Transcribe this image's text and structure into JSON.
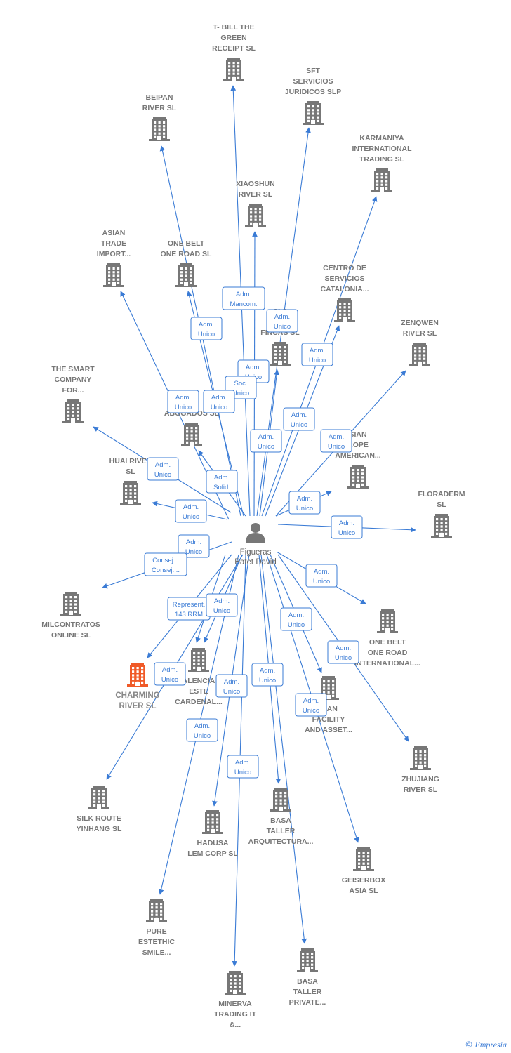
{
  "colors": {
    "edge": "#3a7bd5",
    "building": "#777777",
    "highlight": "#f05a28",
    "person": "#777777"
  },
  "person": {
    "name": [
      "Figueras",
      "Batet David"
    ]
  },
  "companies": [
    {
      "id": "tbill",
      "label": [
        "T- BILL THE",
        "GREEN",
        "RECEIPT  SL"
      ]
    },
    {
      "id": "sft",
      "label": [
        "SFT",
        "SERVICIOS",
        "JURIDICOS  SLP"
      ]
    },
    {
      "id": "beipan",
      "label": [
        "BEIPAN",
        "RIVER  SL"
      ]
    },
    {
      "id": "karmaniya",
      "label": [
        "KARMANIYA",
        "INTERNATIONAL",
        "TRADING  SL"
      ]
    },
    {
      "id": "xiaoshun",
      "label": [
        "XIAOSHUN",
        "RIVER  SL"
      ]
    },
    {
      "id": "asiantrade",
      "label": [
        "ASIAN",
        "TRADE",
        "IMPORT..."
      ]
    },
    {
      "id": "onebelt1",
      "label": [
        "ONE BELT",
        "ONE ROAD  SL"
      ]
    },
    {
      "id": "centro",
      "label": [
        "CENTRO DE",
        "SERVICIOS",
        "CATALONIA..."
      ]
    },
    {
      "id": "barfincas",
      "label": [
        "SI    S",
        "BAR    A",
        "FINCAS  SL"
      ]
    },
    {
      "id": "zenqwen",
      "label": [
        "ZENQWEN",
        "RIVER  SL"
      ]
    },
    {
      "id": "smart",
      "label": [
        "THE SMART",
        "COMPANY",
        "FOR..."
      ]
    },
    {
      "id": "abogados",
      "label": [
        "ABOGADOS SL"
      ]
    },
    {
      "id": "asianeurope",
      "label": [
        "SIAN",
        "ROPE",
        "AMERICAN..."
      ]
    },
    {
      "id": "huai",
      "label": [
        "HUAI RIVER",
        "SL"
      ]
    },
    {
      "id": "floraderm",
      "label": [
        "FLORADERM",
        "SL"
      ]
    },
    {
      "id": "milcontratos",
      "label": [
        "MILCONTRATOS",
        "ONLINE  SL"
      ]
    },
    {
      "id": "onebelt2",
      "label": [
        "ONE BELT",
        "ONE ROAD",
        "INTERNATIONAL..."
      ]
    },
    {
      "id": "charming",
      "label": [
        "CHARMING",
        "RIVER  SL"
      ],
      "highlight": true
    },
    {
      "id": "valencia",
      "label": [
        "ALENCIA",
        "ESTE",
        "CARDENAL..."
      ]
    },
    {
      "id": "facility",
      "label": [
        "RIAN",
        "FACILITY",
        "AND ASSET..."
      ]
    },
    {
      "id": "zhujiang",
      "label": [
        "ZHUJIANG",
        "RIVER  SL"
      ]
    },
    {
      "id": "silkroute",
      "label": [
        "SILK ROUTE",
        "YINHANG  SL"
      ]
    },
    {
      "id": "basataller1",
      "label": [
        "BASA",
        "TALLER",
        "ARQUITECTURA..."
      ]
    },
    {
      "id": "hadusa",
      "label": [
        "HADUSA",
        "LEM CORP  SL"
      ]
    },
    {
      "id": "geiserbox",
      "label": [
        "GEISERBOX",
        "ASIA  SL"
      ]
    },
    {
      "id": "pure",
      "label": [
        "PURE",
        "ESTETHIC",
        "SMILE..."
      ]
    },
    {
      "id": "basataller2",
      "label": [
        "BASA",
        "TALLER",
        "PRIVATE..."
      ]
    },
    {
      "id": "minerva",
      "label": [
        "MINERVA",
        "TRADING IT",
        "&..."
      ]
    }
  ],
  "roles": [
    {
      "lines": [
        "Adm.",
        "Mancom."
      ]
    },
    {
      "lines": [
        "Adm.",
        "Unico"
      ]
    },
    {
      "lines": [
        "Adm.",
        "Unico"
      ]
    },
    {
      "lines": [
        "Adm.",
        "Unico"
      ]
    },
    {
      "lines": [
        "Adm.",
        "Unico"
      ]
    },
    {
      "lines": [
        "Adm.",
        "Unico"
      ]
    },
    {
      "lines": [
        "Soc.",
        "Unico"
      ]
    },
    {
      "lines": [
        "Adm.",
        "Unico"
      ]
    },
    {
      "lines": [
        "Adm.",
        "Unico"
      ]
    },
    {
      "lines": [
        "Adm.",
        "Unico"
      ]
    },
    {
      "lines": [
        "Adm.",
        "Unico"
      ]
    },
    {
      "lines": [
        "Adm.",
        "Unico"
      ]
    },
    {
      "lines": [
        "Adm.",
        "Solid."
      ]
    },
    {
      "lines": [
        "Adm.",
        "Unico"
      ]
    },
    {
      "lines": [
        "Adm.",
        "Unico"
      ]
    },
    {
      "lines": [
        "Adm.",
        "Unico"
      ]
    },
    {
      "lines": [
        "Adm.",
        "Unico"
      ]
    },
    {
      "lines": [
        "Consej. ,",
        "Consej...."
      ]
    },
    {
      "lines": [
        "Adm.",
        "Unico"
      ]
    },
    {
      "lines": [
        "Represent.",
        "143 RRM"
      ]
    },
    {
      "lines": [
        "Adm.",
        "Unico"
      ]
    },
    {
      "lines": [
        "Adm.",
        "Unico"
      ]
    },
    {
      "lines": [
        "Adm.",
        "Unico"
      ]
    },
    {
      "lines": [
        "Adm.",
        "Unico"
      ]
    },
    {
      "lines": [
        "Adm.",
        "Unico"
      ]
    },
    {
      "lines": [
        "Adm.",
        "Unico"
      ]
    },
    {
      "lines": [
        "Adm.",
        "Unico"
      ]
    },
    {
      "lines": [
        "Adm.",
        "Unico"
      ]
    },
    {
      "lines": [
        "Adm.",
        "Unico"
      ]
    }
  ],
  "footer": {
    "copyright": "©",
    "brand": "Empresia"
  }
}
